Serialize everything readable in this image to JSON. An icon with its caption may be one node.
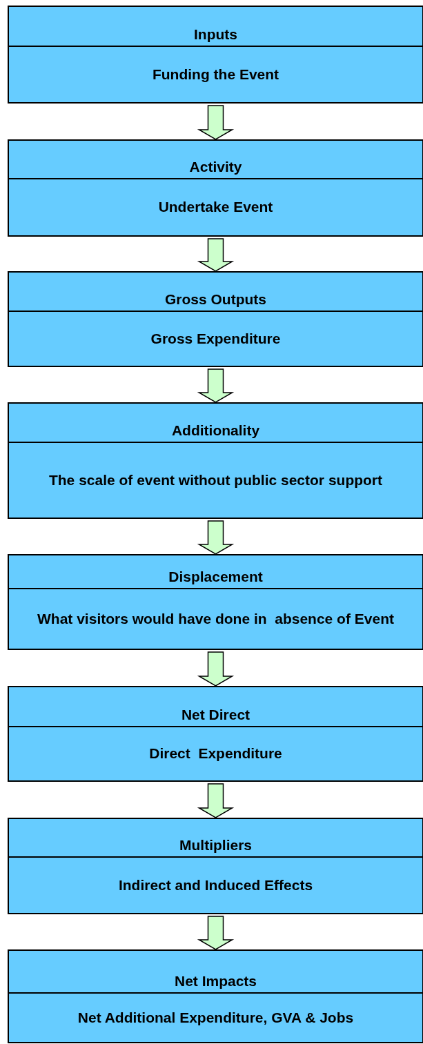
{
  "diagram": {
    "nodes": [
      {
        "text": [
          "Inputs",
          "Funding the Event"
        ]
      },
      {
        "text": [
          "Activity",
          "Undertake Event"
        ]
      },
      {
        "text": [
          "Gross Outputs",
          "Gross Expenditure"
        ]
      },
      {
        "text": [
          "Additionality",
          "The scale of event without public sector support"
        ]
      },
      {
        "text": [
          "Displacement",
          "What visitors would have done in  absence of Event"
        ]
      },
      {
        "text": [
          "Net Direct",
          "Direct  Expenditure"
        ]
      },
      {
        "text": [
          "Multipliers",
          "Indirect and Induced Effects"
        ]
      },
      {
        "text": [
          "Net Impacts",
          "Net Additional Expenditure, GVA & Jobs"
        ]
      }
    ],
    "edges": [
      {
        "from": 0,
        "to": 1,
        "arrow": "to"
      },
      {
        "from": 1,
        "to": 2,
        "arrow": "to"
      },
      {
        "from": 2,
        "to": 3,
        "arrow": "to"
      },
      {
        "from": 3,
        "to": 4,
        "arrow": "to"
      },
      {
        "from": 4,
        "to": 5,
        "arrow": "to"
      },
      {
        "from": 5,
        "to": 6,
        "arrow": "to"
      },
      {
        "from": 6,
        "to": 7,
        "arrow": "to"
      }
    ]
  }
}
